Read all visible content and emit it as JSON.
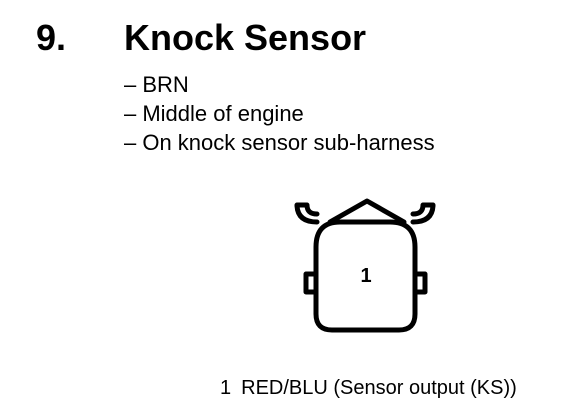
{
  "section": {
    "number": "9.",
    "title": "Knock Sensor"
  },
  "details": [
    "– BRN",
    "– Middle of engine",
    "– On knock sensor sub-harness"
  ],
  "connector": {
    "pin_label": "1",
    "icon": "connector-icon"
  },
  "pin_legend": {
    "pin": "1",
    "description": "RED/BLU (Sensor output (KS))"
  },
  "colors": {
    "text": "#000000",
    "background": "#ffffff"
  }
}
